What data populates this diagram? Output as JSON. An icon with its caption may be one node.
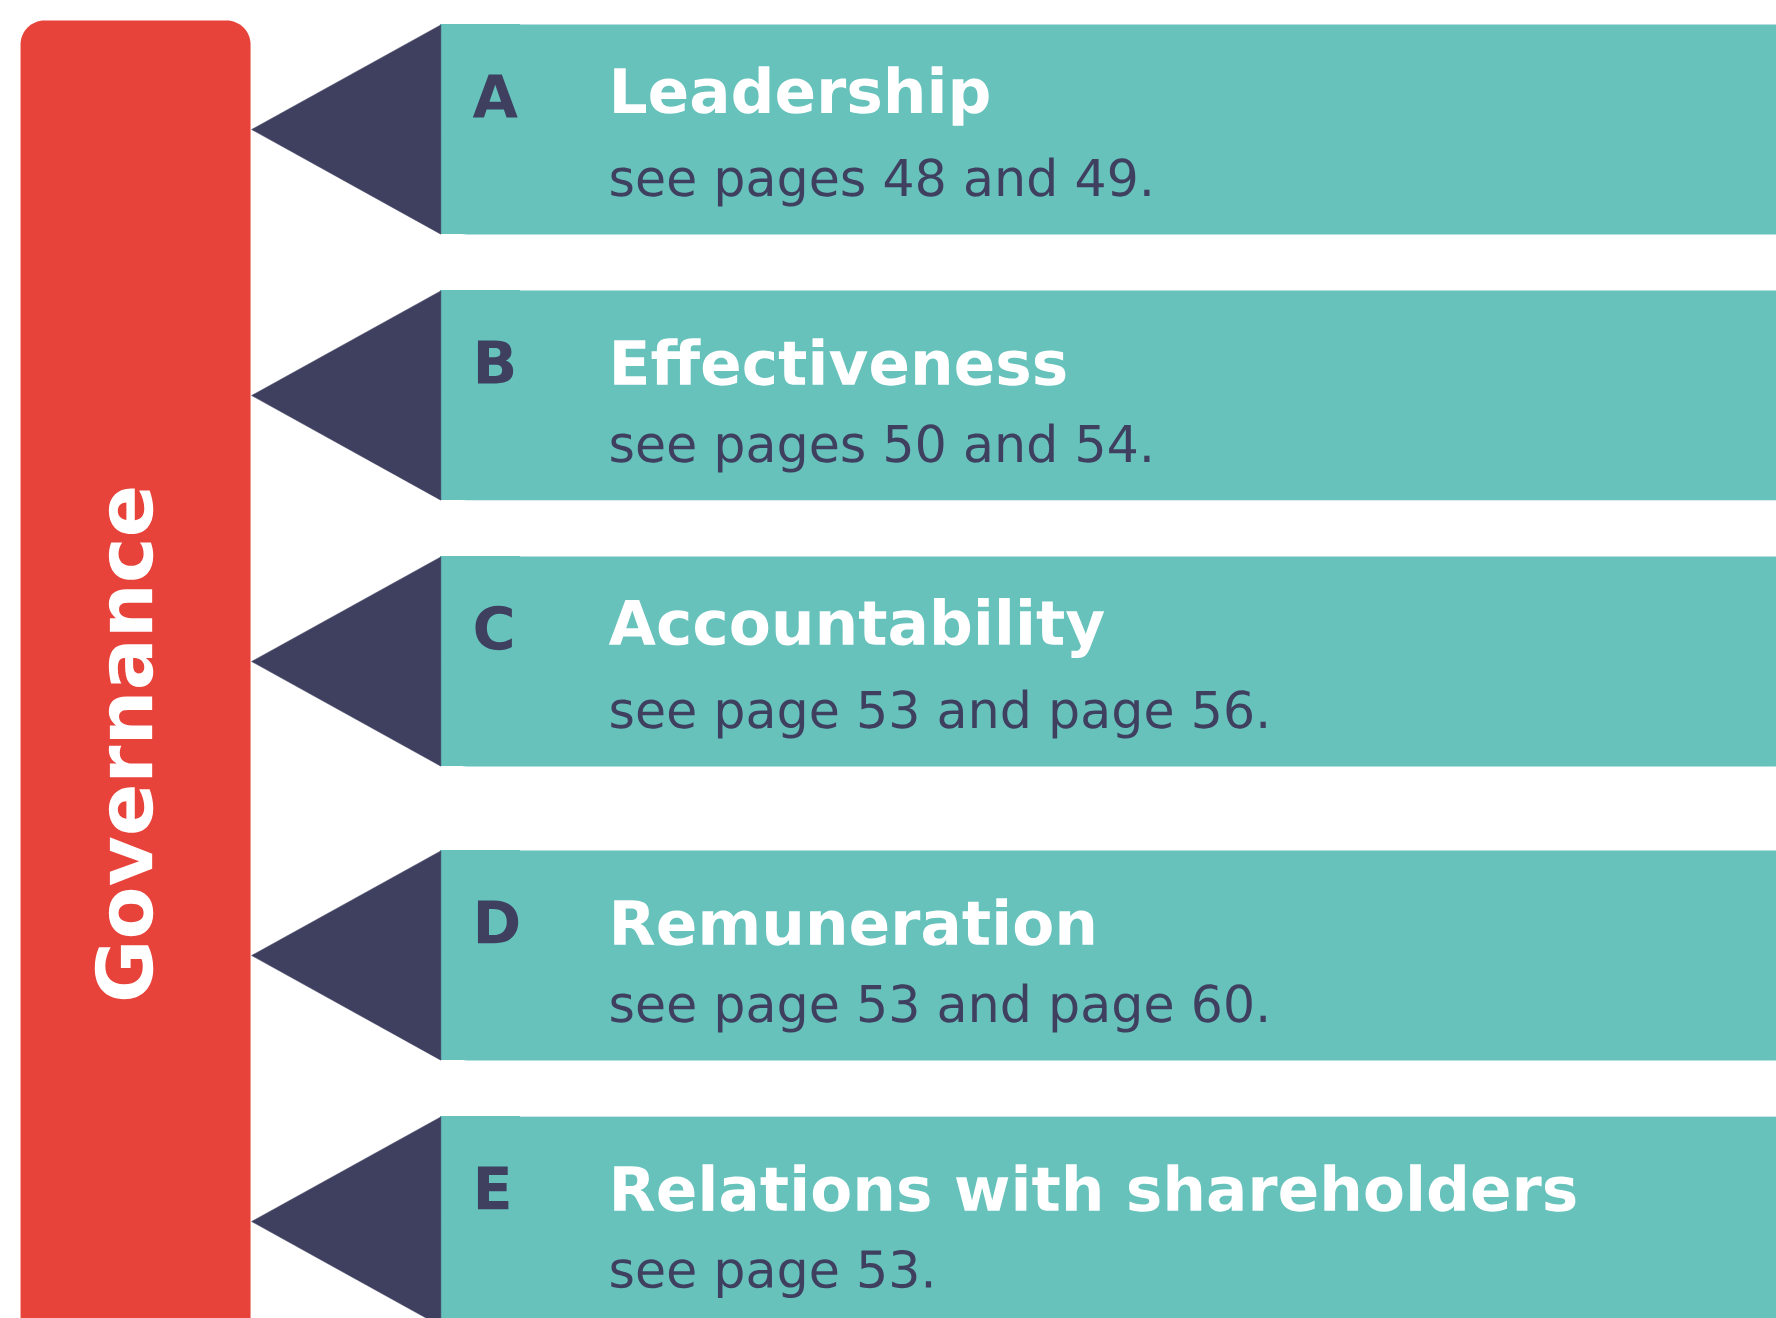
{
  "diagram": {
    "nodes": [
      {
        "text": [
          "Governance"
        ]
      },
      {
        "text": [
          "A",
          "Leadership",
          "see pages 48 and 49."
        ]
      },
      {
        "text": [
          "B",
          "Effectiveness",
          "see pages 50 and 54."
        ]
      },
      {
        "text": [
          "C",
          "Accountability",
          "see page 53 and page 56."
        ]
      },
      {
        "text": [
          "D",
          "Remuneration",
          "see page 53 and page 60."
        ]
      },
      {
        "text": [
          "E",
          "Relations with shareholders",
          "see page 53."
        ]
      }
    ],
    "edges": [
      {
        "from": 1,
        "to": 0,
        "arrow": "to"
      },
      {
        "from": 2,
        "to": 0,
        "arrow": "to"
      },
      {
        "from": 3,
        "to": 0,
        "arrow": "to"
      },
      {
        "from": 4,
        "to": 0,
        "arrow": "to"
      },
      {
        "from": 5,
        "to": 0,
        "arrow": "to"
      }
    ]
  }
}
